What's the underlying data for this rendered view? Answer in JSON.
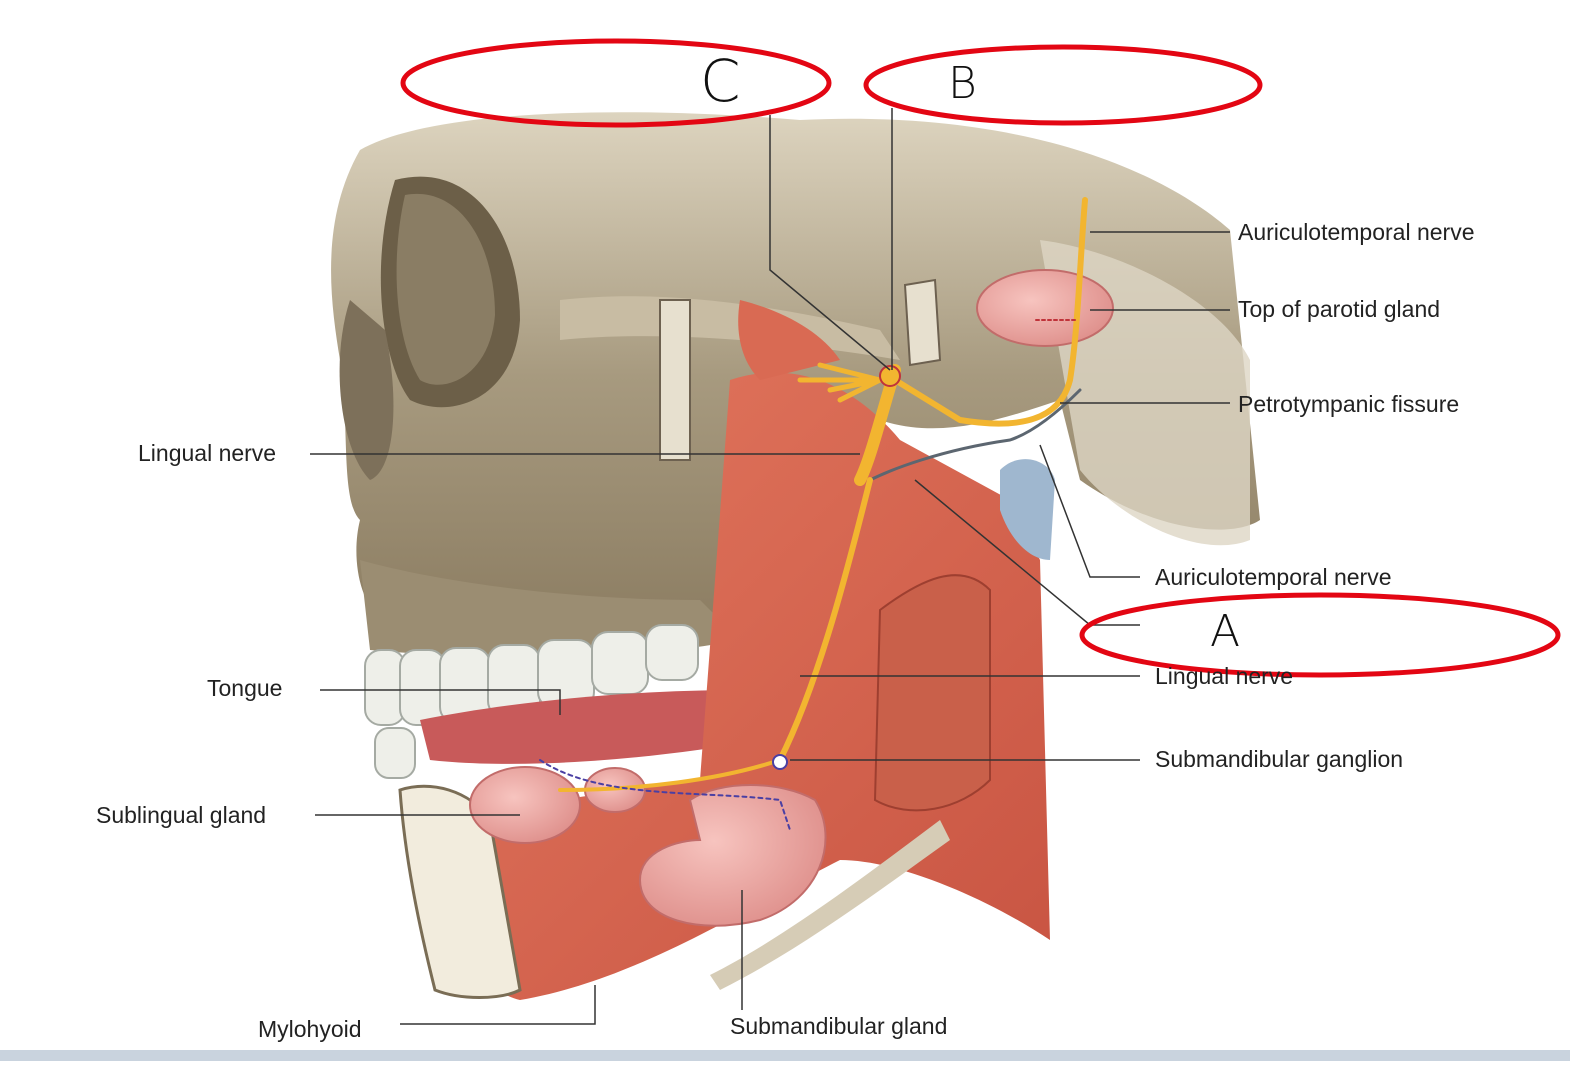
{
  "labels": {
    "auriculotemporal_top": "Auriculotemporal nerve",
    "top_parotid": "Top of parotid gland",
    "petrotympanic": "Petrotympanic fissure",
    "lingual_left": "Lingual nerve",
    "auriculotemporal_mid": "Auriculotemporal nerve",
    "lingual_right": "Lingual nerve",
    "tongue": "Tongue",
    "submandibular_ganglion": "Submandibular ganglion",
    "sublingual_gland": "Sublingual gland",
    "mylohyoid": "Mylohyoid",
    "submandibular_gland": "Submandibular gland"
  },
  "answer_markers": {
    "a": "A",
    "b": "B",
    "c": "C"
  },
  "colors": {
    "bone": "#a89a80",
    "muscle": "#d8664f",
    "nerve": "#f2b530",
    "gland": "#eda2a0",
    "teeth": "#eeefe9",
    "highlight": "#e30613"
  }
}
